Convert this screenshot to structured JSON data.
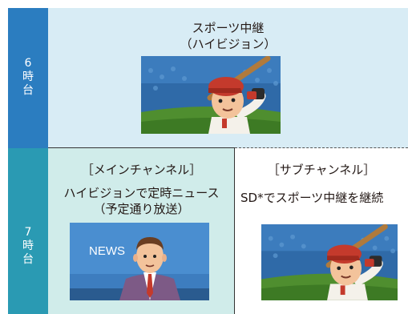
{
  "rows": [
    {
      "hour": "6",
      "unit": "時",
      "suffix": "台"
    },
    {
      "hour": "7",
      "unit": "時",
      "suffix": "台"
    }
  ],
  "six": {
    "line1": "スポーツ中継",
    "line2": "（ハイビジョン）"
  },
  "seven_main": {
    "title": "［メインチャンネル］",
    "line1": "ハイビジョンで定時ニュース",
    "line2": "（予定通り放送）",
    "tv_caption": "NEWS"
  },
  "seven_sub": {
    "title": "［サブチャンネル］",
    "line1": "SD*でスポーツ中継を継続"
  },
  "colors": {
    "label_6": "#2b7dc0",
    "label_7": "#2a9ab3",
    "bg_6": "#d8ecf5",
    "bg_7_main": "#d0ecea",
    "bg_7_sub": "#ffffff"
  }
}
